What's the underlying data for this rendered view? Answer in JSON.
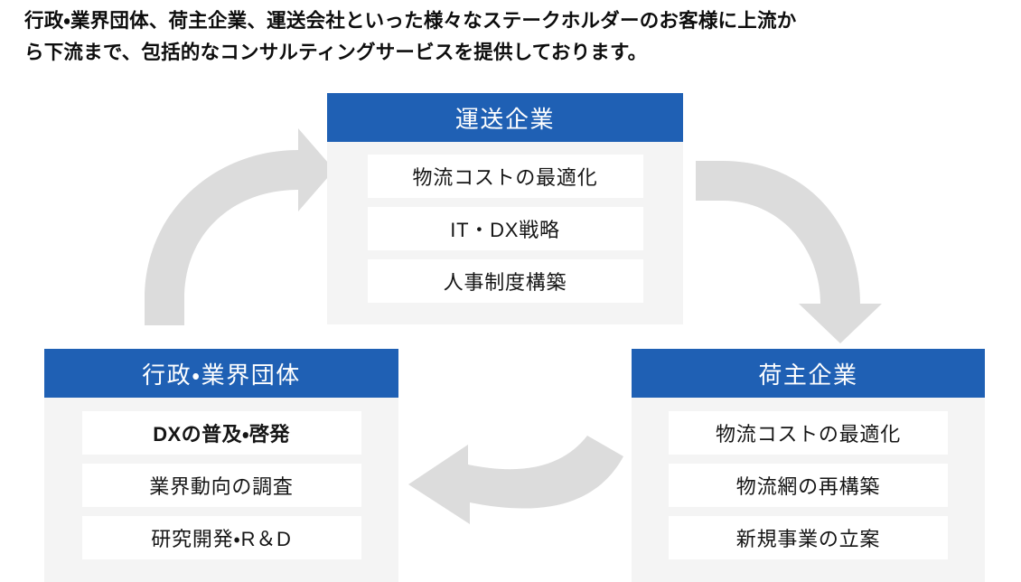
{
  "intro": {
    "line1": "行政・業界団体、荷主企業、運送会社といった様々なステークホルダーのお客様に上流か",
    "line2": "ら下流まで、包括的なコンサルティングサービスを提供しております。"
  },
  "colors": {
    "header_blue": "#1f60b4",
    "card_background": "#f4f4f4",
    "item_background": "#ffffff",
    "arrow_gray": "#dcdcdc",
    "text_dark": "#151515",
    "header_text": "#ffffff"
  },
  "groups": [
    {
      "id": "carrier",
      "title": "運送企業",
      "items": [
        {
          "label": "物流コストの最適化",
          "emphasis": false
        },
        {
          "label": "IT・DX戦略",
          "emphasis": false
        },
        {
          "label": "人事制度構築",
          "emphasis": false
        }
      ]
    },
    {
      "id": "government",
      "title": "行政・業界団体",
      "items": [
        {
          "label": "DXの普及・啓発",
          "emphasis": true
        },
        {
          "label": "業界動向の調査",
          "emphasis": false
        },
        {
          "label": "研究開発・R＆D",
          "emphasis": false
        }
      ]
    },
    {
      "id": "shipper",
      "title": "荷主企業",
      "items": [
        {
          "label": "物流コストの最適化",
          "emphasis": false
        },
        {
          "label": "物流網の再構築",
          "emphasis": false
        },
        {
          "label": "新規事業の立案",
          "emphasis": false
        }
      ]
    }
  ],
  "arrows": [
    {
      "id": "government-to-carrier",
      "direction": "up-right",
      "from": "行政・業界団体",
      "to": "運送企業"
    },
    {
      "id": "carrier-to-shipper",
      "direction": "down-right",
      "from": "運送企業",
      "to": "荷主企業"
    },
    {
      "id": "shipper-to-government",
      "direction": "left",
      "from": "荷主企業",
      "to": "行政・業界団体"
    }
  ]
}
